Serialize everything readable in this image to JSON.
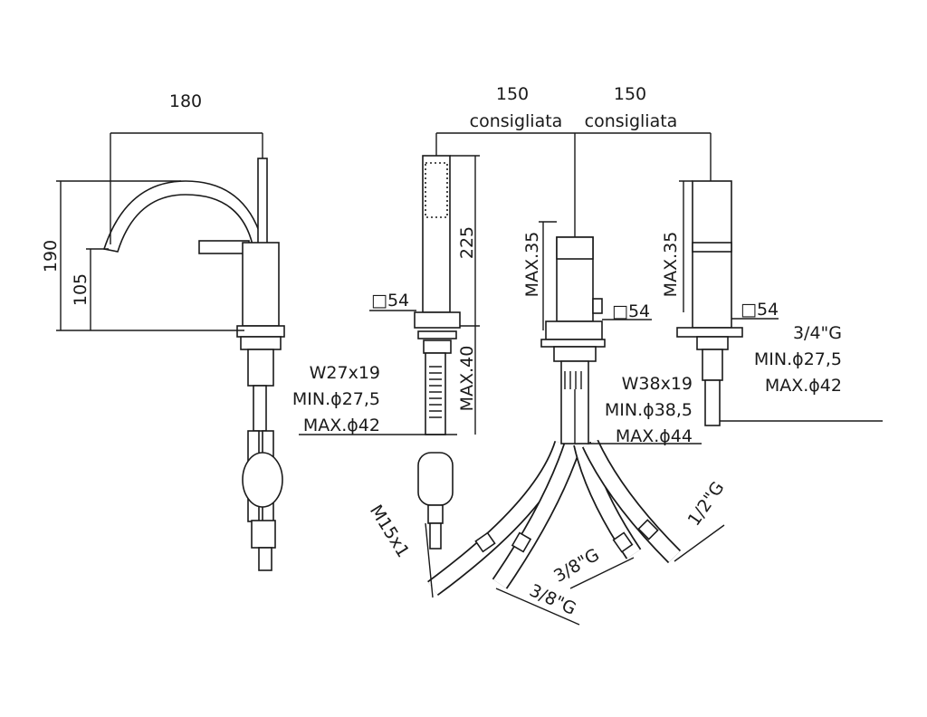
{
  "diagram": {
    "spout": {
      "width": "180",
      "height": "190",
      "spout_height": "105"
    },
    "hand_shower": {
      "height": "225",
      "max_deck": "MAX.40",
      "square": "□54",
      "thread": "W27x19",
      "min_hole": "MIN.ϕ27,5",
      "max_hole": "MAX.ϕ42"
    },
    "center": {
      "spacing_left": "150",
      "spacing_left_note": "consigliata",
      "spacing_right": "150",
      "spacing_right_note": "consigliata",
      "max_height": "MAX.35",
      "square": "□54",
      "thread": "W38x19",
      "min_hole": "MIN.ϕ38,5",
      "max_hole": "MAX.ϕ44"
    },
    "right_valve": {
      "max_height": "MAX.35",
      "square": "□54",
      "thread": "3/4\"G",
      "min_hole": "MIN.ϕ27,5",
      "max_hole": "MAX.ϕ42"
    },
    "hoses": {
      "m15": "M15x1",
      "g38a": "3/8\"G",
      "g38b": "3/8\"G",
      "g12": "1/2\"G"
    }
  }
}
